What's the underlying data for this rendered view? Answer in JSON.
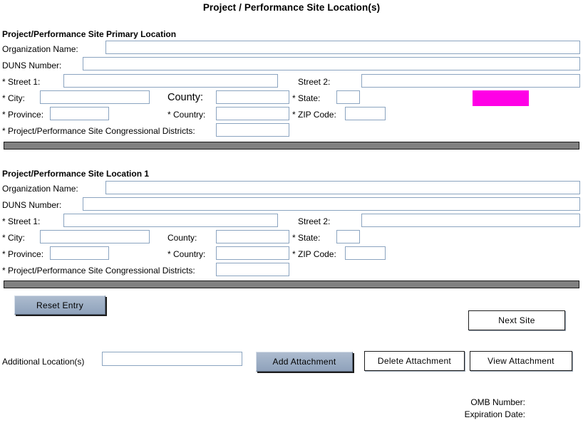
{
  "form": {
    "title": "Project / Performance Site Location(s)"
  },
  "sections": [
    {
      "heading": "Project/Performance Site Primary Location",
      "fields": {
        "organization_name_label": "Organization Name:",
        "organization_name_value": "",
        "duns_label": "DUNS Number:",
        "duns_value": "",
        "street1_label": "* Street 1:",
        "street1_value": "",
        "street2_label": "Street 2:",
        "street2_value": "",
        "city_label": "* City:",
        "city_value": "",
        "county_label": "County:",
        "county_value": "",
        "state_label": "* State:",
        "state_value": "",
        "province_label": "* Province:",
        "province_value": "",
        "country_label": "* Country:",
        "country_value": "",
        "zip_label": "* ZIP Code:",
        "zip_value": "",
        "districts_label": "* Project/Performance Site Congressional Districts:",
        "districts_value": ""
      }
    },
    {
      "heading": "Project/Performance Site Location 1",
      "fields": {
        "organization_name_label": "Organization Name:",
        "organization_name_value": "",
        "duns_label": "DUNS Number:",
        "duns_value": "",
        "street1_label": "* Street 1:",
        "street1_value": "",
        "street2_label": "Street 2:",
        "street2_value": "",
        "city_label": "* City:",
        "city_value": "",
        "county_label": "County:",
        "county_value": "",
        "state_label": "* State:",
        "state_value": "",
        "province_label": "* Province:",
        "province_value": "",
        "country_label": "* Country:",
        "country_value": "",
        "zip_label": "* ZIP Code:",
        "zip_value": "",
        "districts_label": "* Project/Performance Site Congressional Districts:",
        "districts_value": ""
      }
    }
  ],
  "actions": {
    "reset_entry": "Reset Entry",
    "next_site": "Next Site",
    "add_attachment": "Add Attachment",
    "delete_attachment": "Delete Attachment",
    "view_attachment": "View  Attachment"
  },
  "additional": {
    "label": "Additional Location(s)",
    "value": ""
  },
  "footer": {
    "omb_number_label": "OMB Number:",
    "expiration_date_label": "Expiration Date:"
  },
  "colors": {
    "input_border": "#8ba4c0",
    "separator_bar": "#808080",
    "button_blue": "#9fb0c6",
    "highlight_marker": "#ff00e6"
  }
}
